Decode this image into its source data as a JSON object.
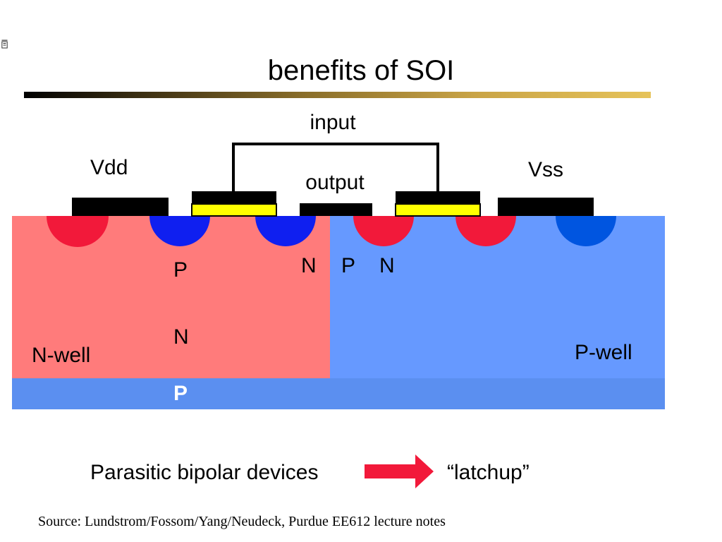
{
  "slide": {
    "title": "benefits of SOI",
    "source": "Source: Lundstrom/Fossom/Yang/Neudeck, Purdue EE612 lecture notes"
  },
  "diagram": {
    "labels": {
      "input": "input",
      "output": "output",
      "vdd": "Vdd",
      "vss": "Vss",
      "p_left": "P",
      "n_left": "N",
      "n_mid": "N",
      "p_mid": "P",
      "n_right": "N",
      "n_well": "N-well",
      "p_well": "P-well",
      "p_substrate": "P"
    },
    "colors": {
      "n_well": "#ff7b7b",
      "p_well": "#6699ff",
      "substrate": "#5b8ff0",
      "n_plus": "#f2193a",
      "p_plus": "#0f1ff0",
      "p_plus_right": "#0055e0",
      "gate": "#ffff00",
      "metal": "#000000"
    }
  },
  "caption": {
    "text": "Parasitic bipolar devices",
    "result": "“latchup”",
    "arrow_color": "#f2193a"
  }
}
